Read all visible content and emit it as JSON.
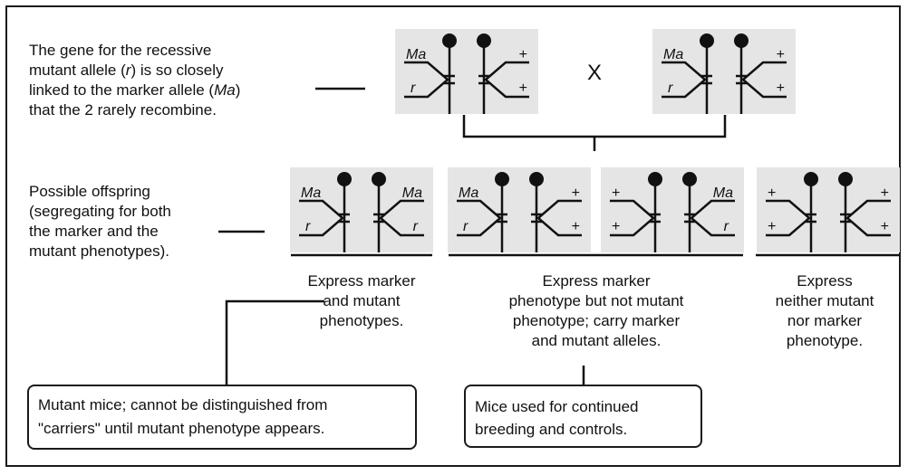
{
  "parental_note": {
    "lines": [
      [
        {
          "t": "The gene for the recessive"
        }
      ],
      [
        {
          "t": "mutant allele ("
        },
        {
          "t": "r",
          "i": true
        },
        {
          "t": ") is so closely"
        }
      ],
      [
        {
          "t": "linked to the marker allele ("
        },
        {
          "t": "Ma",
          "i": true
        },
        {
          "t": ")"
        }
      ],
      [
        {
          "t": "that the 2 rarely recombine."
        }
      ]
    ]
  },
  "cross_symbol": "X",
  "offspring_note": {
    "lines": [
      [
        {
          "t": "Possible offspring"
        }
      ],
      [
        {
          "t": "(segregating for both"
        }
      ],
      [
        {
          "t": "the marker and the"
        }
      ],
      [
        {
          "t": "mutant phenotypes)."
        }
      ]
    ]
  },
  "genotypes": {
    "parent_1": {
      "left": [
        "Ma",
        "r"
      ],
      "right": [
        "+",
        "+"
      ]
    },
    "parent_2": {
      "left": [
        "Ma",
        "r"
      ],
      "right": [
        "+",
        "+"
      ]
    },
    "offspring_1": {
      "left": [
        "Ma",
        "r"
      ],
      "right": [
        "Ma",
        "r"
      ]
    },
    "offspring_2": {
      "left": [
        "Ma",
        "r"
      ],
      "right": [
        "+",
        "+"
      ]
    },
    "offspring_3": {
      "left": [
        "+",
        "+"
      ],
      "right": [
        "Ma",
        "r"
      ]
    },
    "offspring_4": {
      "left": [
        "+",
        "+"
      ],
      "right": [
        "+",
        "+"
      ]
    }
  },
  "outcomes": {
    "marker_and_mutant": [
      "Express marker",
      "and mutant",
      "phenotypes."
    ],
    "marker_only": [
      "Express marker",
      "phenotype but not mutant",
      "phenotype; carry marker",
      "and mutant alleles."
    ],
    "neither": [
      "Express",
      "neither mutant",
      "nor marker",
      "phenotype."
    ]
  },
  "callouts": {
    "mutant_mice": [
      "Mutant mice; cannot be distinguished from",
      "\"carriers\" until mutant phenotype appears."
    ],
    "breeding_mice": [
      "Mice used for continued",
      "breeding and controls."
    ]
  }
}
